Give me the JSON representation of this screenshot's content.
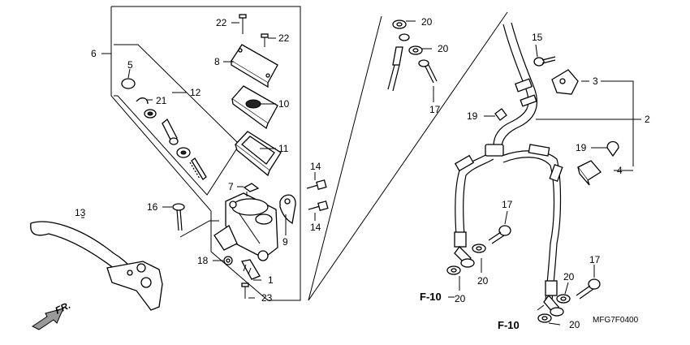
{
  "labels": {
    "l1": "1",
    "l2": "2",
    "l3": "3",
    "l4": "4",
    "l5": "5",
    "l6": "6",
    "l7": "7",
    "l8": "8",
    "l9": "9",
    "l10": "10",
    "l11": "11",
    "l12": "12",
    "l13": "13",
    "l14a": "14",
    "l14b": "14",
    "l15": "15",
    "l16": "16",
    "l17a": "17",
    "l17b": "17",
    "l17c": "17",
    "l18": "18",
    "l19a": "19",
    "l19b": "19",
    "l20a": "20",
    "l20b": "20",
    "l20c": "20",
    "l20d": "20",
    "l20e": "20",
    "l20f": "20",
    "l21": "21",
    "l22a": "22",
    "l22b": "22",
    "l23": "23"
  },
  "f10_a": "F-10",
  "f10_b": "F-10",
  "fr_label": "FR.",
  "drawing_code": "MFG7F0400"
}
